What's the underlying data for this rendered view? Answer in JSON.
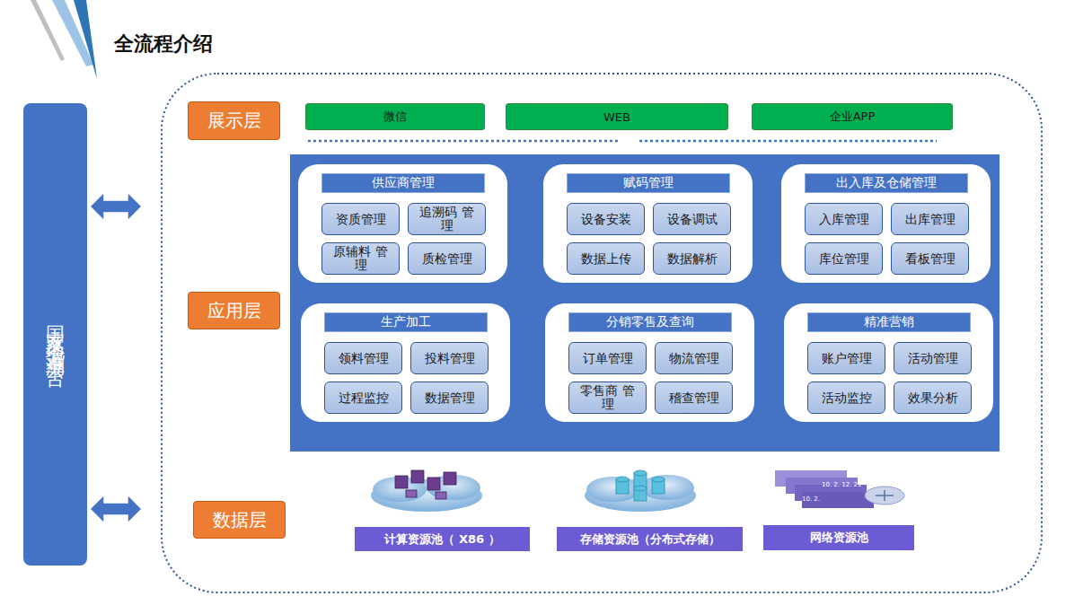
{
  "diagram": {
    "title": "全流程介绍",
    "nodes": [
      {
        "text": [
          "国家及地方追溯平台"
        ]
      },
      {
        "text": [
          "展示层"
        ]
      },
      {
        "text": [
          "微信"
        ]
      },
      {
        "text": [
          "WEB"
        ]
      },
      {
        "text": [
          "企业APP"
        ]
      },
      {
        "text": [
          "应用层"
        ]
      },
      {
        "text": [
          "供应商管理"
        ]
      },
      {
        "text": [
          "资质管理"
        ],
        "in": 6
      },
      {
        "text": [
          "追溯码 管理"
        ],
        "in": 6
      },
      {
        "text": [
          "原辅料 管理"
        ],
        "in": 6
      },
      {
        "text": [
          "质检管理"
        ],
        "in": 6
      },
      {
        "text": [
          "赋码管理"
        ]
      },
      {
        "text": [
          "设备安装"
        ],
        "in": 11
      },
      {
        "text": [
          "设备调试"
        ],
        "in": 11
      },
      {
        "text": [
          "数据上传"
        ],
        "in": 11
      },
      {
        "text": [
          "数据解析"
        ],
        "in": 11
      },
      {
        "text": [
          "出入库及仓储管理"
        ]
      },
      {
        "text": [
          "入库管理"
        ],
        "in": 16
      },
      {
        "text": [
          "出库管理"
        ],
        "in": 16
      },
      {
        "text": [
          "库位管理"
        ],
        "in": 16
      },
      {
        "text": [
          "看板管理"
        ],
        "in": 16
      },
      {
        "text": [
          "生产加工"
        ]
      },
      {
        "text": [
          "领料管理"
        ],
        "in": 21
      },
      {
        "text": [
          "投料管理"
        ],
        "in": 21
      },
      {
        "text": [
          "过程监控"
        ],
        "in": 21
      },
      {
        "text": [
          "数据管理"
        ],
        "in": 21
      },
      {
        "text": [
          "分销零售及查询"
        ]
      },
      {
        "text": [
          "订单管理"
        ],
        "in": 26
      },
      {
        "text": [
          "物流管理"
        ],
        "in": 26
      },
      {
        "text": [
          "零售商 管理"
        ],
        "in": 26
      },
      {
        "text": [
          "稽查管理"
        ],
        "in": 26
      },
      {
        "text": [
          "精准营销"
        ]
      },
      {
        "text": [
          "账户管理"
        ],
        "in": 31
      },
      {
        "text": [
          "活动管理"
        ],
        "in": 31
      },
      {
        "text": [
          "活动监控"
        ],
        "in": 31
      },
      {
        "text": [
          "效果分析"
        ],
        "in": 31
      },
      {
        "text": [
          "数据层"
        ]
      },
      {
        "text": [
          "计算资源池（ X86 ）"
        ]
      },
      {
        "text": [
          "存储资源池（分布式存储）"
        ]
      },
      {
        "text": [
          "网络资源池"
        ]
      }
    ],
    "labels": [
      "10. 2. 12. 21",
      "10. 2."
    ]
  }
}
